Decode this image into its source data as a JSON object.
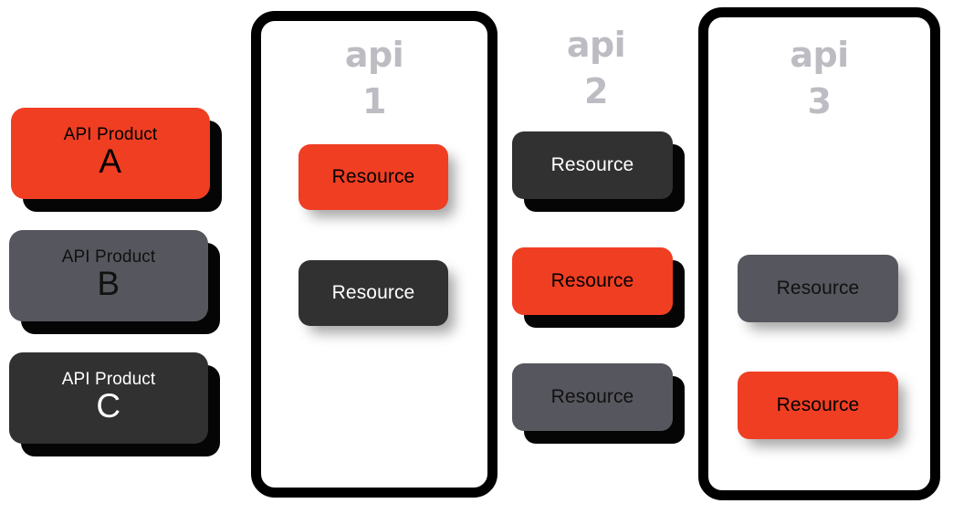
{
  "colors": {
    "orange": "#F03E23",
    "mid_gray": "#56565E",
    "dark_gray": "#313131",
    "label_gray": "#BCBCC2",
    "black": "#000000",
    "white": "#FFFFFF"
  },
  "products": [
    {
      "title": "API Product",
      "letter": "A",
      "fill": "#F03E23",
      "text": "#000000"
    },
    {
      "title": "API Product",
      "letter": "B",
      "fill": "#56565E",
      "text": "#111111"
    },
    {
      "title": "API Product",
      "letter": "C",
      "fill": "#313131",
      "text": "#FFFFFF"
    }
  ],
  "apis": [
    {
      "word": "api",
      "number": "1",
      "bordered": true,
      "resources": [
        {
          "label": "Resource",
          "fill": "#F03E23",
          "text": "#000000"
        },
        {
          "label": "Resource",
          "fill": "#313131",
          "text": "#FFFFFF"
        }
      ]
    },
    {
      "word": "api",
      "number": "2",
      "bordered": false,
      "resources": [
        {
          "label": "Resource",
          "fill": "#313131",
          "text": "#FFFFFF"
        },
        {
          "label": "Resource",
          "fill": "#F03E23",
          "text": "#000000"
        },
        {
          "label": "Resource",
          "fill": "#56565E",
          "text": "#111111"
        }
      ]
    },
    {
      "word": "api",
      "number": "3",
      "bordered": true,
      "resources": [
        {
          "label": "Resource",
          "fill": "#56565E",
          "text": "#111111"
        },
        {
          "label": "Resource",
          "fill": "#F03E23",
          "text": "#000000"
        }
      ]
    }
  ]
}
